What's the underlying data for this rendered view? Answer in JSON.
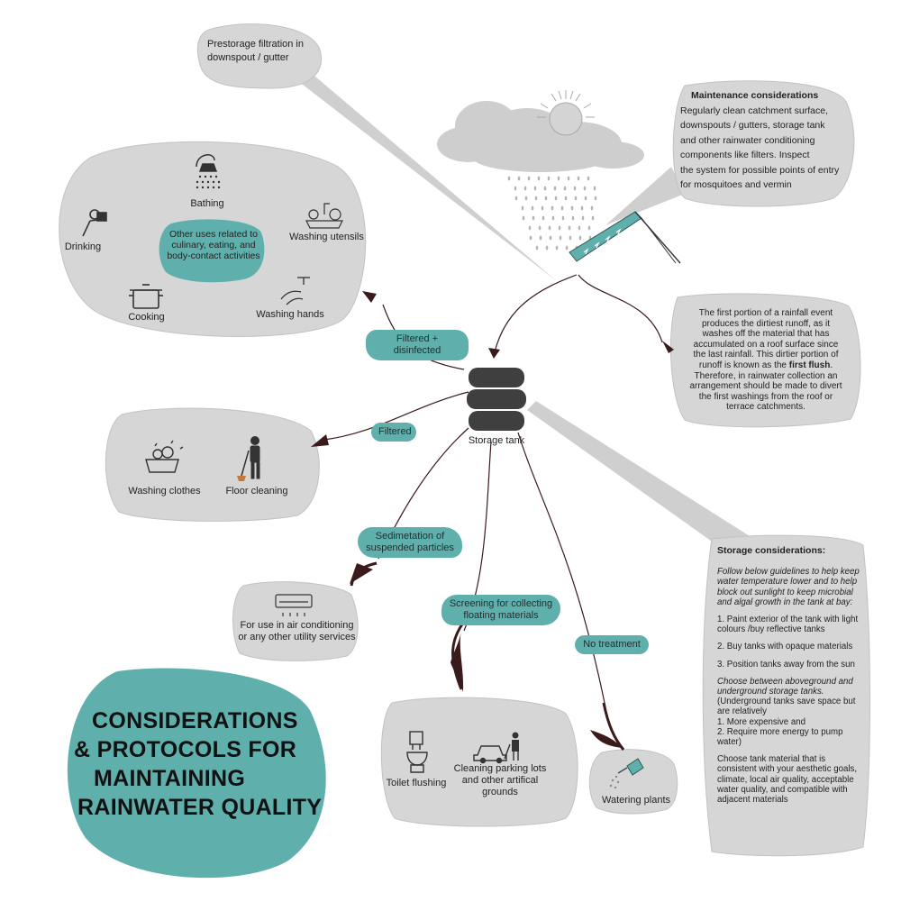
{
  "prestorage": {
    "line1": "Prestorage filtration in",
    "line2": "downspout / gutter"
  },
  "maintenance": {
    "heading": "Maintenance considerations",
    "lines": [
      "Regularly clean catchment surface,",
      "downspouts / gutters, storage tank",
      "and other rainwater conditioning",
      "components like filters. Inspect",
      "the system for possible points of entry",
      "for mosquitoes and vermin"
    ]
  },
  "first_flush": {
    "text_a": "The first portion of a rainfall event produces the dirtiest runoff, as it washes off the material that has accumulated on a roof surface since the last rainfall. This dirtier portion of runoff is known as the ",
    "bold": "first flush",
    "text_b": ". Therefore, in rainwater collection an arrangement should be made to divert the first washings from the roof or terrace catchments."
  },
  "uses_top": {
    "bathing": "Bathing",
    "drinking": "Drinking",
    "washing_utensils": "Washing utensils",
    "cooking": "Cooking",
    "washing_hands": "Washing hands",
    "other_uses": "Other uses related to culinary, eating, and body-contact activities"
  },
  "labels": {
    "filtered_disinfected": "Filtered + disinfected",
    "filtered": "Filtered",
    "storage_tank": "Storage tank",
    "sedimentation_l1": "Sedimetation of",
    "sedimentation_l2": "suspended particles",
    "screening_l1": "Screening for collecting",
    "screening_l2": "floating materials",
    "no_treatment": "No treatment"
  },
  "uses_filtered": {
    "washing_clothes": "Washing clothes",
    "floor_cleaning": "Floor cleaning"
  },
  "uses_ac": {
    "line1": "For use in air conditioning",
    "line2": "or any other utility services"
  },
  "uses_screen": {
    "toilet": "Toilet flushing",
    "cleaning_l1": "Cleaning parking lots",
    "cleaning_l2": "and other artifical",
    "cleaning_l3": "grounds"
  },
  "uses_none": {
    "watering": "Watering plants"
  },
  "storage": {
    "heading": "Storage considerations:",
    "intro": "Follow below guidelines to help keep water temperature lower and to help block out sunlight to keep microbial and algal growth in the tank at bay:",
    "item1": "1. Paint exterior of the tank with light colours /buy reflective tanks",
    "item2": "2. Buy tanks with opaque materials",
    "item3": "3. Position tanks away from the sun",
    "choose_italic": "Choose between aboveground and underground storage tanks.",
    "choose_rest_l1": "(Underground tanks save space but are relatively",
    "choose_rest_l2": "1. More expensive and",
    "choose_rest_l3": "2. Require more energy to pump water)",
    "material": "Choose tank material that is consistent with your aesthetic goals, climate, local air quality, acceptable water quality, and compatible with adjacent materials"
  },
  "title": {
    "line1": "CONSIDERATIONS",
    "line2": "& PROTOCOLS FOR",
    "line3": "MAINTAINING",
    "line4": "RAINWATER QUALITY"
  },
  "colors": {
    "teal": "#5fb0ad",
    "bubble_grey": "#d6d6d6",
    "arrow_dark": "#3a1a1a",
    "tank": "#3f3f3f"
  }
}
